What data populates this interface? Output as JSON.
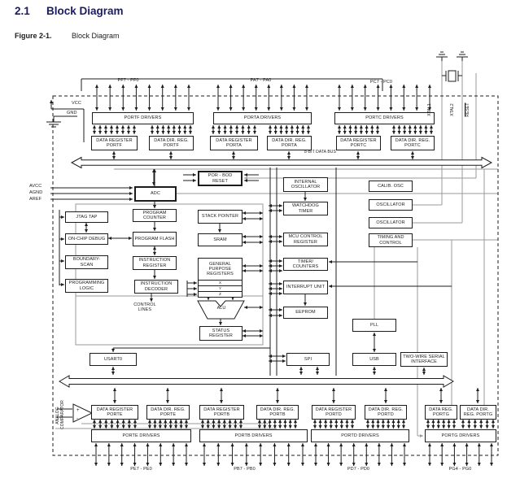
{
  "page": {
    "section_number": "2.1",
    "section_title": "Block Diagram",
    "figure_label": "Figure 2-1.",
    "figure_title": "Block Diagram"
  },
  "diagram": {
    "bus_label": "8-BIT DATA BUS",
    "control_lines_label": "CONTROL LINES",
    "analog_comparator_label": "ANALOG COMPARATOR",
    "pin_labels": {
      "top": [
        "PF7 - PF0",
        "PA7 - PA0",
        "PC7 - PC0"
      ],
      "bottom": [
        "PE7 - PE0",
        "PB7 - PB0",
        "PD7 - PD0",
        "PG4 - PG0"
      ]
    },
    "power_labels": {
      "vcc": "VCC",
      "gnd": "GND",
      "avcc": "AVCC",
      "agnd": "AGND",
      "aref": "AREF"
    },
    "clock_pins": {
      "xtal1": "XTAL1",
      "xtal2": "XTAL2",
      "reset": "RESET"
    },
    "gpr_rows": [
      "X",
      "Y",
      "Z"
    ],
    "blocks": {
      "portf_drivers": "PORTF DRIVERS",
      "data_reg_portf": "DATA REGISTER PORTF",
      "data_dir_portf": "DATA DIR. REG. PORTF",
      "porta_drivers": "PORTA DRIVERS",
      "data_reg_porta": "DATA REGISTER PORTA",
      "data_dir_porta": "DATA DIR. REG. PORTA",
      "portc_drivers": "PORTC DRIVERS",
      "data_reg_portc": "DATA REGISTER PORTC",
      "data_dir_portc": "DATA DIR. REG. PORTC",
      "por_bod": "POR - BOD RESET",
      "adc": "ADC",
      "int_osc": "INTERNAL OSCILLATOR",
      "calib_osc": "CALIB. OSC",
      "osc1": "OSCILLATOR",
      "osc2": "OSCILLATOR",
      "timing": "TIMING AND CONTROL",
      "jtag": "JTAG TAP",
      "ocd": "ON-CHIP DEBUG",
      "bscan": "BOUNDARY- SCAN",
      "proglogic": "PROGRAMMING LOGIC",
      "pc": "PROGRAM COUNTER",
      "flash": "PROGRAM FLASH",
      "ir": "INSTRUCTION REGISTER",
      "idec": "INSTRUCTION DECODER",
      "sp": "STACK POINTER",
      "sram": "SRAM",
      "gpr": "GENERAL PURPOSE REGISTERS",
      "wdt": "WATCHDOG TIMER",
      "mcucr": "MCU CONTROL REGISTER",
      "tc": "TIMER/ COUNTERS",
      "intu": "INTERRUPT UNIT",
      "eeprom": "EEPROM",
      "alu": "ALU",
      "sreg": "STATUS REGISTER",
      "pll": "PLL",
      "usb": "USB",
      "twi": "TWO-WIRE SERIAL INTERFACE",
      "usart0": "USART0",
      "spi": "SPI",
      "data_reg_porte": "DATA REGISTER PORTE",
      "data_dir_porte": "DATA DIR. REG. PORTE",
      "porte_drivers": "PORTE DRIVERS",
      "data_reg_portb": "DATA REGISTER PORTB",
      "data_dir_portb": "DATA DIR. REG. PORTB",
      "portb_drivers": "PORTB DRIVERS",
      "data_reg_portd": "DATA REGISTER PORTD",
      "data_dir_portd": "DATA DIR. REG. PORTD",
      "portd_drivers": "PORTD DRIVERS",
      "data_reg_portg": "DATA REG. PORTG",
      "data_dir_portg": "DATA DIR. REG. PORTG",
      "portg_drivers": "PORTG DRIVERS"
    },
    "colors": {
      "line": "#1c1c1c",
      "gray_line": "#9a9a9a",
      "heading": "#1b1b62"
    }
  }
}
